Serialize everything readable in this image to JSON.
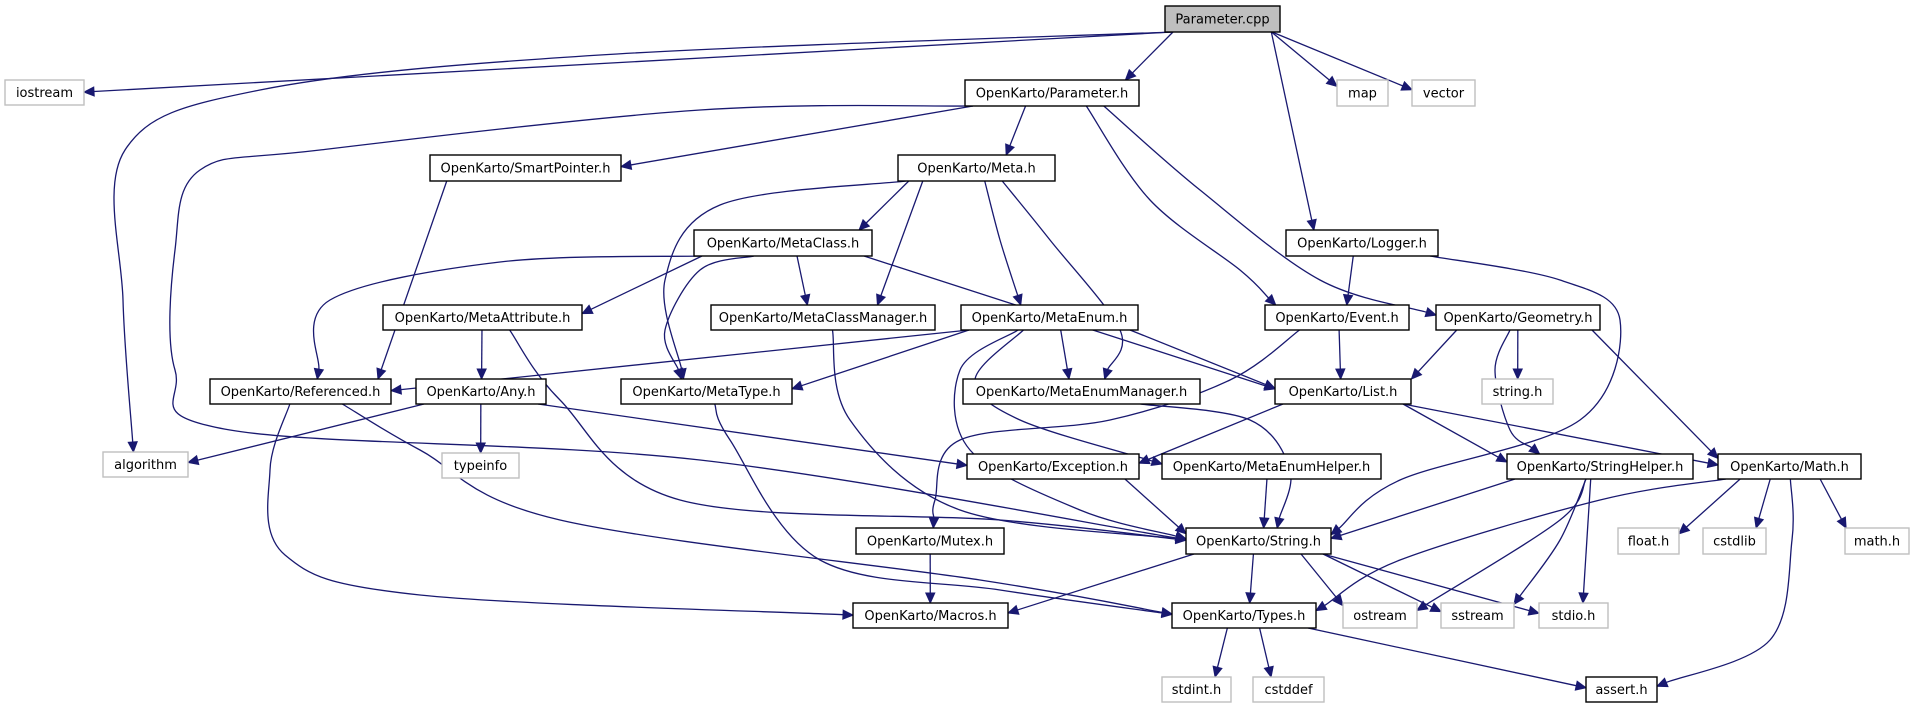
{
  "title": "Parameter.cpp include dependency graph",
  "colors": {
    "edge": "#191970",
    "root_fill": "#bfbfbf",
    "internal_border": "#000000",
    "external_border": "#bfbfbf"
  },
  "nodes": [
    {
      "id": "root",
      "label": "Parameter.cpp",
      "kind": "root"
    },
    {
      "id": "iostream",
      "label": "iostream",
      "kind": "external"
    },
    {
      "id": "algorithm",
      "label": "algorithm",
      "kind": "external"
    },
    {
      "id": "parameter_h",
      "label": "OpenKarto/Parameter.h",
      "kind": "internal"
    },
    {
      "id": "map",
      "label": "map",
      "kind": "external"
    },
    {
      "id": "vector",
      "label": "vector",
      "kind": "external"
    },
    {
      "id": "smartpointer_h",
      "label": "OpenKarto/SmartPointer.h",
      "kind": "internal"
    },
    {
      "id": "meta_h",
      "label": "OpenKarto/Meta.h",
      "kind": "internal"
    },
    {
      "id": "metaclass_h",
      "label": "OpenKarto/MetaClass.h",
      "kind": "internal"
    },
    {
      "id": "logger_h",
      "label": "OpenKarto/Logger.h",
      "kind": "internal"
    },
    {
      "id": "metaattribute_h",
      "label": "OpenKarto/MetaAttribute.h",
      "kind": "internal"
    },
    {
      "id": "metaclassmanager_h",
      "label": "OpenKarto/MetaClassManager.h",
      "kind": "internal"
    },
    {
      "id": "metaenum_h",
      "label": "OpenKarto/MetaEnum.h",
      "kind": "internal"
    },
    {
      "id": "event_h",
      "label": "OpenKarto/Event.h",
      "kind": "internal"
    },
    {
      "id": "geometry_h",
      "label": "OpenKarto/Geometry.h",
      "kind": "internal"
    },
    {
      "id": "referenced_h",
      "label": "OpenKarto/Referenced.h",
      "kind": "internal"
    },
    {
      "id": "any_h",
      "label": "OpenKarto/Any.h",
      "kind": "internal"
    },
    {
      "id": "metatype_h",
      "label": "OpenKarto/MetaType.h",
      "kind": "internal"
    },
    {
      "id": "metaenummanager_h",
      "label": "OpenKarto/MetaEnumManager.h",
      "kind": "internal"
    },
    {
      "id": "list_h",
      "label": "OpenKarto/List.h",
      "kind": "internal"
    },
    {
      "id": "string_h_std",
      "label": "string.h",
      "kind": "external"
    },
    {
      "id": "typeinfo",
      "label": "typeinfo",
      "kind": "external"
    },
    {
      "id": "exception_h",
      "label": "OpenKarto/Exception.h",
      "kind": "internal"
    },
    {
      "id": "metaenumhelper_h",
      "label": "OpenKarto/MetaEnumHelper.h",
      "kind": "internal"
    },
    {
      "id": "stringhelper_h",
      "label": "OpenKarto/StringHelper.h",
      "kind": "internal"
    },
    {
      "id": "math_h",
      "label": "OpenKarto/Math.h",
      "kind": "internal"
    },
    {
      "id": "mutex_h",
      "label": "OpenKarto/Mutex.h",
      "kind": "internal"
    },
    {
      "id": "string_h",
      "label": "OpenKarto/String.h",
      "kind": "internal"
    },
    {
      "id": "float_h",
      "label": "float.h",
      "kind": "external"
    },
    {
      "id": "cstdlib",
      "label": "cstdlib",
      "kind": "external"
    },
    {
      "id": "math_h_std",
      "label": "math.h",
      "kind": "external"
    },
    {
      "id": "macros_h",
      "label": "OpenKarto/Macros.h",
      "kind": "internal"
    },
    {
      "id": "types_h",
      "label": "OpenKarto/Types.h",
      "kind": "internal"
    },
    {
      "id": "ostream",
      "label": "ostream",
      "kind": "external"
    },
    {
      "id": "sstream",
      "label": "sstream",
      "kind": "external"
    },
    {
      "id": "stdio_h",
      "label": "stdio.h",
      "kind": "external"
    },
    {
      "id": "stdint_h",
      "label": "stdint.h",
      "kind": "external"
    },
    {
      "id": "cstddef",
      "label": "cstddef",
      "kind": "external"
    },
    {
      "id": "assert_h",
      "label": "assert.h",
      "kind": "internal"
    }
  ],
  "edges": [
    {
      "from": "root",
      "to": "iostream"
    },
    {
      "from": "root",
      "to": "algorithm"
    },
    {
      "from": "root",
      "to": "parameter_h"
    },
    {
      "from": "root",
      "to": "map"
    },
    {
      "from": "root",
      "to": "vector"
    },
    {
      "from": "root",
      "to": "logger_h"
    },
    {
      "from": "parameter_h",
      "to": "string_h"
    },
    {
      "from": "parameter_h",
      "to": "smartpointer_h"
    },
    {
      "from": "parameter_h",
      "to": "meta_h"
    },
    {
      "from": "parameter_h",
      "to": "event_h"
    },
    {
      "from": "parameter_h",
      "to": "geometry_h"
    },
    {
      "from": "smartpointer_h",
      "to": "referenced_h"
    },
    {
      "from": "meta_h",
      "to": "metaclass_h"
    },
    {
      "from": "meta_h",
      "to": "metatype_h"
    },
    {
      "from": "meta_h",
      "to": "metaclassmanager_h"
    },
    {
      "from": "meta_h",
      "to": "metaenum_h"
    },
    {
      "from": "meta_h",
      "to": "metaenummanager_h"
    },
    {
      "from": "metaclass_h",
      "to": "referenced_h"
    },
    {
      "from": "metaclass_h",
      "to": "metaattribute_h"
    },
    {
      "from": "metaclass_h",
      "to": "metatype_h"
    },
    {
      "from": "metaclass_h",
      "to": "metaclassmanager_h"
    },
    {
      "from": "metaclass_h",
      "to": "list_h"
    },
    {
      "from": "logger_h",
      "to": "event_h"
    },
    {
      "from": "logger_h",
      "to": "string_h"
    },
    {
      "from": "metaattribute_h",
      "to": "any_h"
    },
    {
      "from": "metaattribute_h",
      "to": "string_h"
    },
    {
      "from": "metaclassmanager_h",
      "to": "string_h"
    },
    {
      "from": "metaenum_h",
      "to": "referenced_h"
    },
    {
      "from": "metaenum_h",
      "to": "metatype_h"
    },
    {
      "from": "metaenum_h",
      "to": "metaenummanager_h"
    },
    {
      "from": "metaenum_h",
      "to": "list_h"
    },
    {
      "from": "metaenum_h",
      "to": "metaenumhelper_h"
    },
    {
      "from": "metaenum_h",
      "to": "string_h"
    },
    {
      "from": "event_h",
      "to": "list_h"
    },
    {
      "from": "event_h",
      "to": "mutex_h"
    },
    {
      "from": "geometry_h",
      "to": "list_h"
    },
    {
      "from": "geometry_h",
      "to": "string_h_std"
    },
    {
      "from": "geometry_h",
      "to": "stringhelper_h"
    },
    {
      "from": "geometry_h",
      "to": "math_h"
    },
    {
      "from": "referenced_h",
      "to": "macros_h"
    },
    {
      "from": "referenced_h",
      "to": "types_h"
    },
    {
      "from": "any_h",
      "to": "algorithm"
    },
    {
      "from": "any_h",
      "to": "typeinfo"
    },
    {
      "from": "any_h",
      "to": "exception_h"
    },
    {
      "from": "metatype_h",
      "to": "types_h"
    },
    {
      "from": "metaenummanager_h",
      "to": "string_h"
    },
    {
      "from": "list_h",
      "to": "exception_h"
    },
    {
      "from": "list_h",
      "to": "stringhelper_h"
    },
    {
      "from": "list_h",
      "to": "math_h"
    },
    {
      "from": "exception_h",
      "to": "string_h"
    },
    {
      "from": "metaenumhelper_h",
      "to": "string_h"
    },
    {
      "from": "stringhelper_h",
      "to": "string_h"
    },
    {
      "from": "stringhelper_h",
      "to": "ostream"
    },
    {
      "from": "stringhelper_h",
      "to": "sstream"
    },
    {
      "from": "stringhelper_h",
      "to": "stdio_h"
    },
    {
      "from": "math_h",
      "to": "types_h"
    },
    {
      "from": "math_h",
      "to": "float_h"
    },
    {
      "from": "math_h",
      "to": "cstdlib"
    },
    {
      "from": "math_h",
      "to": "math_h_std"
    },
    {
      "from": "math_h",
      "to": "assert_h"
    },
    {
      "from": "mutex_h",
      "to": "macros_h"
    },
    {
      "from": "string_h",
      "to": "macros_h"
    },
    {
      "from": "string_h",
      "to": "types_h"
    },
    {
      "from": "string_h",
      "to": "ostream"
    },
    {
      "from": "string_h",
      "to": "sstream"
    },
    {
      "from": "string_h",
      "to": "stdio_h"
    },
    {
      "from": "types_h",
      "to": "stdint_h"
    },
    {
      "from": "types_h",
      "to": "cstddef"
    },
    {
      "from": "types_h",
      "to": "assert_h"
    }
  ]
}
